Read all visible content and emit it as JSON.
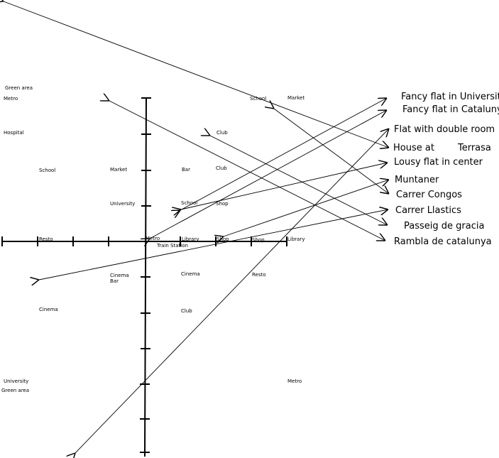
{
  "places": [
    {
      "id": "metro-1",
      "label": "Metro"
    },
    {
      "id": "green-area-1",
      "label": "Green area"
    },
    {
      "id": "hospital",
      "label": "Hospital"
    },
    {
      "id": "school-1",
      "label": "School"
    },
    {
      "id": "market-1",
      "label": "Market"
    },
    {
      "id": "bar-1",
      "label": "Bar"
    },
    {
      "id": "club-1",
      "label": "Club"
    },
    {
      "id": "club-2",
      "label": "Club"
    },
    {
      "id": "school-2",
      "label": "School"
    },
    {
      "id": "market-2",
      "label": "Market"
    },
    {
      "id": "university-1",
      "label": "University"
    },
    {
      "id": "school-3",
      "label": "School"
    },
    {
      "id": "shop-1",
      "label": "Shop"
    },
    {
      "id": "resto-1",
      "label": "Resto"
    },
    {
      "id": "metro-2",
      "label": "Metro"
    },
    {
      "id": "library-1",
      "label": "Library"
    },
    {
      "id": "train-station",
      "label": "Train Station"
    },
    {
      "id": "shop-2",
      "label": "Shop"
    },
    {
      "id": "shop-3",
      "label": "Shop"
    },
    {
      "id": "library-2",
      "label": "Library"
    },
    {
      "id": "cinema-1",
      "label": "Cinema"
    },
    {
      "id": "bar-2",
      "label": "Bar"
    },
    {
      "id": "cinema-2",
      "label": "Cinema"
    },
    {
      "id": "resto-2",
      "label": "Resto"
    },
    {
      "id": "cinema-3",
      "label": "Cinema"
    },
    {
      "id": "club-3",
      "label": "Club"
    },
    {
      "id": "university-2",
      "label": "University"
    },
    {
      "id": "green-area-2",
      "label": "Green area"
    },
    {
      "id": "metro-3",
      "label": "Metro"
    }
  ],
  "properties": [
    {
      "id": "fancy-flat-universitat",
      "label": "Fancy flat in Universitat"
    },
    {
      "id": "fancy-flat-catalunya",
      "label": "Fancy flat in Catalunya"
    },
    {
      "id": "flat-double-room",
      "label": "Flat with double room"
    },
    {
      "id": "house-terrasa",
      "label": "House at        Terrasa"
    },
    {
      "id": "lousy-flat-center",
      "label": "Lousy flat in center"
    },
    {
      "id": "muntaner",
      "label": "Muntaner"
    },
    {
      "id": "carrer-congos",
      "label": "Carrer Congos"
    },
    {
      "id": "carrer-llastics",
      "label": "Carrer Llastics"
    },
    {
      "id": "passeig-de-gracia",
      "label": "Passeig de gracia"
    },
    {
      "id": "rambla-de-catalunya",
      "label": "Rambla de catalunya"
    }
  ]
}
